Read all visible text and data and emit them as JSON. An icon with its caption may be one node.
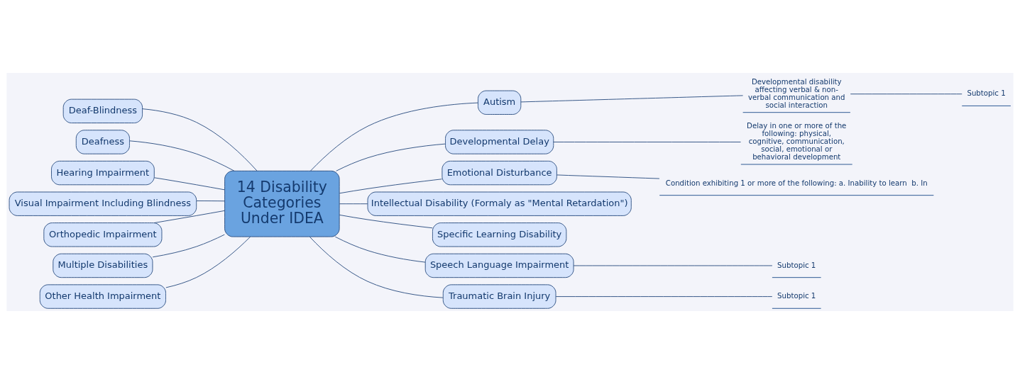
{
  "diagram": {
    "nodes": [
      {
        "text": [
          "14 Disability Categories Under IDEA"
        ]
      },
      {
        "text": [
          "Deaf-Blindness"
        ]
      },
      {
        "text": [
          "Deafness"
        ]
      },
      {
        "text": [
          "Hearing Impairment"
        ]
      },
      {
        "text": [
          "Visual Impairment Including Blindness"
        ]
      },
      {
        "text": [
          "Orthopedic Impairment"
        ]
      },
      {
        "text": [
          "Multiple Disabilities"
        ]
      },
      {
        "text": [
          "Other Health Impairment"
        ]
      },
      {
        "text": [
          "Autism"
        ]
      },
      {
        "text": [
          "Developmental Delay"
        ]
      },
      {
        "text": [
          "Emotional Disturbance"
        ]
      },
      {
        "text": [
          "Intellectual Disability (Formaly as \"Mental Retardation\")"
        ]
      },
      {
        "text": [
          "Specific Learning Disability"
        ]
      },
      {
        "text": [
          "Speech Language Impairment"
        ]
      },
      {
        "text": [
          "Traumatic Brain Injury"
        ]
      },
      {
        "text": [
          "Developmental disability affecting verbal & non-verbal communication and social interaction"
        ]
      },
      {
        "text": [
          "Subtopic 1"
        ]
      },
      {
        "text": [
          "Delay in one or more of the following: physical, cognitive, communication, social, emotional or behavioral development"
        ]
      },
      {
        "text": [
          "Condition exhibiting 1 or more of the following: a. Inability to learn  b. In"
        ]
      },
      {
        "text": [
          "Subtopic 1"
        ]
      },
      {
        "text": [
          "Subtopic 1"
        ]
      }
    ],
    "edges": [
      {
        "from": 0,
        "to": 1,
        "arrow": "none"
      },
      {
        "from": 0,
        "to": 2,
        "arrow": "none"
      },
      {
        "from": 0,
        "to": 3,
        "arrow": "none"
      },
      {
        "from": 0,
        "to": 4,
        "arrow": "none"
      },
      {
        "from": 0,
        "to": 5,
        "arrow": "none"
      },
      {
        "from": 0,
        "to": 6,
        "arrow": "none"
      },
      {
        "from": 0,
        "to": 7,
        "arrow": "none"
      },
      {
        "from": 0,
        "to": 8,
        "arrow": "none"
      },
      {
        "from": 0,
        "to": 9,
        "arrow": "none"
      },
      {
        "from": 0,
        "to": 10,
        "arrow": "none"
      },
      {
        "from": 0,
        "to": 11,
        "arrow": "none"
      },
      {
        "from": 0,
        "to": 12,
        "arrow": "none"
      },
      {
        "from": 0,
        "to": 13,
        "arrow": "none"
      },
      {
        "from": 0,
        "to": 14,
        "arrow": "none"
      },
      {
        "from": 8,
        "to": 15,
        "arrow": "none"
      },
      {
        "from": 15,
        "to": 16,
        "arrow": "none"
      },
      {
        "from": 9,
        "to": 17,
        "arrow": "none"
      },
      {
        "from": 10,
        "to": 18,
        "arrow": "none"
      },
      {
        "from": 13,
        "to": 19,
        "arrow": "none"
      },
      {
        "from": 14,
        "to": 20,
        "arrow": "none"
      }
    ]
  }
}
